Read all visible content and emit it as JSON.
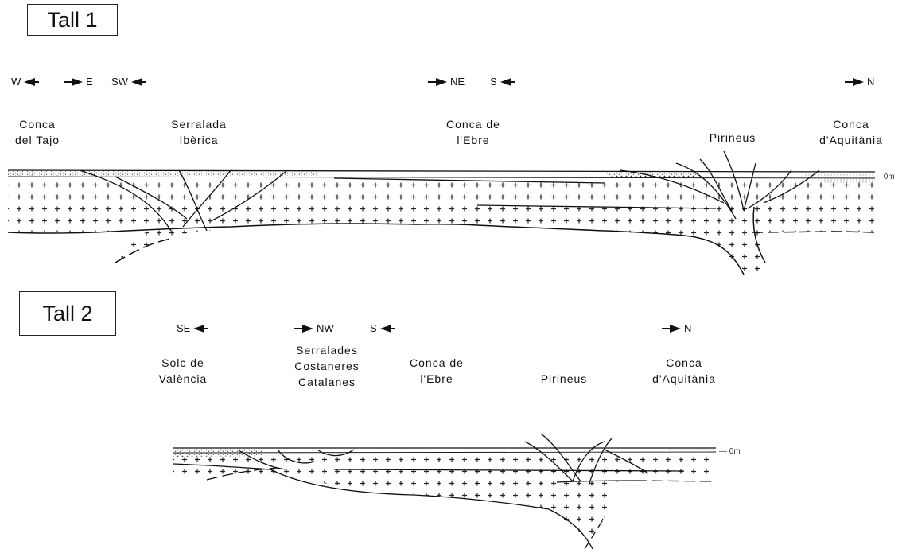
{
  "sections": [
    {
      "title": "Tall 1",
      "directions": {
        "w": "W",
        "e": "E",
        "sw": "SW",
        "ne": "NE",
        "s": "S",
        "n": "N"
      },
      "labels": {
        "conca_tajo": [
          "Conca",
          "del Tajo"
        ],
        "serralada_iberica": [
          "Serralada",
          "Ibèrica"
        ],
        "conca_ebre": [
          "Conca de",
          "l'Ebre"
        ],
        "pirineus": "Pirineus",
        "conca_aquitania": [
          "Conca",
          "d'Aquitània"
        ]
      },
      "datum": "0m"
    },
    {
      "title": "Tall 2",
      "directions": {
        "se": "SE",
        "nw": "NW",
        "s": "S",
        "n": "N"
      },
      "labels": {
        "solc_valencia": [
          "Solc de",
          "València"
        ],
        "serralades_costaneres": [
          "Serralades",
          "Costaneres",
          "Catalanes"
        ],
        "conca_ebre": [
          "Conca de",
          "l'Ebre"
        ],
        "pirineus": "Pirineus",
        "conca_aquitania": [
          "Conca",
          "d'Aquitània"
        ]
      },
      "datum": "0m"
    }
  ]
}
